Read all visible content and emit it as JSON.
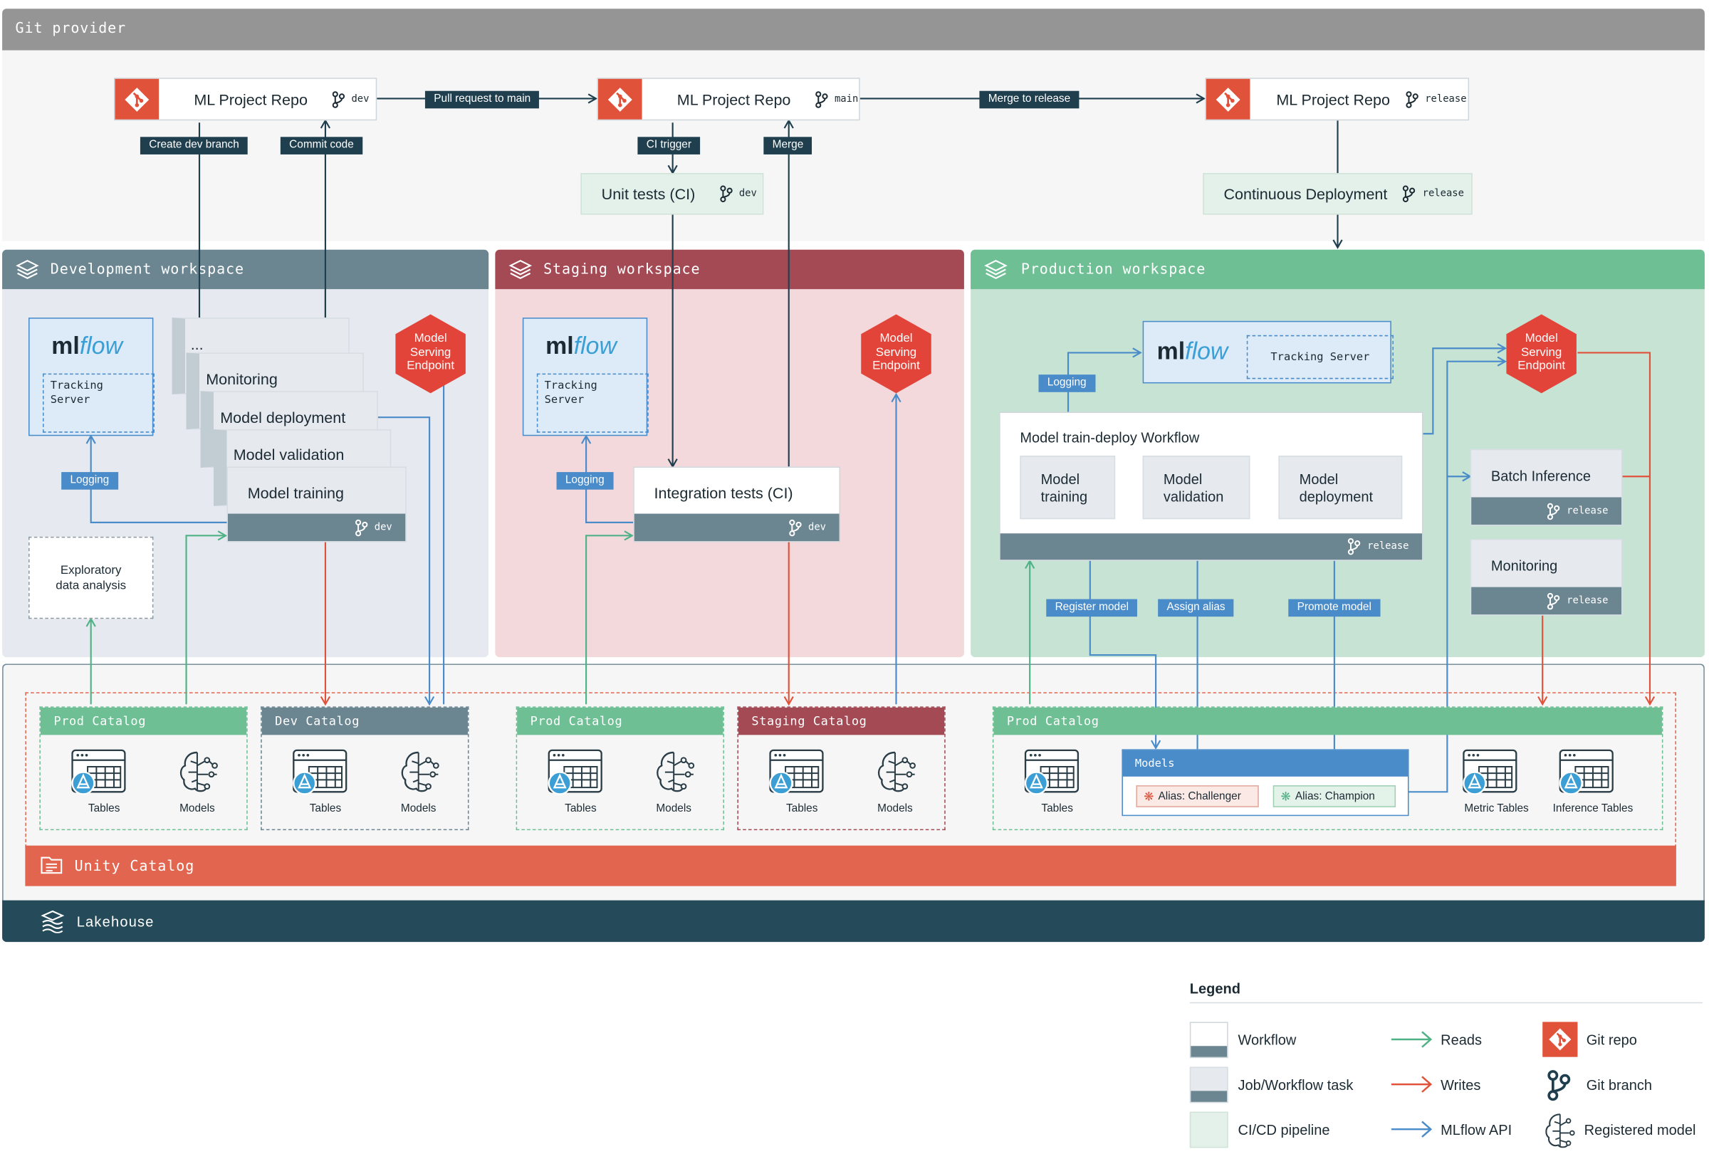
{
  "git_provider": {
    "title": "Git provider",
    "repos": [
      {
        "name": "ML Project Repo",
        "branch": "dev"
      },
      {
        "name": "ML Project Repo",
        "branch": "main"
      },
      {
        "name": "ML Project Repo",
        "branch": "release"
      }
    ],
    "arrows": {
      "pull_request": "Pull request to main",
      "merge_release": "Merge to release",
      "create_dev_branch": "Create dev branch",
      "commit_code": "Commit code",
      "ci_trigger": "CI trigger",
      "merge": "Merge"
    },
    "unit_tests": {
      "label": "Unit tests (CI)",
      "branch": "dev"
    },
    "continuous_deployment": {
      "label": "Continuous Deployment",
      "branch": "release"
    }
  },
  "dev_workspace": {
    "title": "Development workspace",
    "tracking_server": "Tracking\nServer",
    "logging": "Logging",
    "stack": {
      "ellipsis": "...",
      "monitoring": "Monitoring",
      "deployment": "Model deployment",
      "validation": "Model validation",
      "training": "Model training",
      "branch": "dev"
    },
    "eda": "Exploratory\ndata analysis",
    "endpoint": "Model\nServing\nEndpoint"
  },
  "staging_workspace": {
    "title": "Staging workspace",
    "tracking_server": "Tracking\nServer",
    "logging": "Logging",
    "integration_tests": "Integration tests (CI)",
    "branch": "dev",
    "endpoint": "Model\nServing\nEndpoint"
  },
  "prod_workspace": {
    "title": "Production workspace",
    "tracking_server": "Tracking Server",
    "logging": "Logging",
    "workflow_title": "Model train-deploy Workflow",
    "steps": [
      "Model\ntraining",
      "Model\nvalidation",
      "Model\ndeployment"
    ],
    "branch": "release",
    "register_model": "Register model",
    "assign_alias": "Assign alias",
    "promote_model": "Promote model",
    "endpoint": "Model\nServing\nEndpoint",
    "batch_inference": {
      "label": "Batch Inference",
      "branch": "release"
    },
    "monitoring": {
      "label": "Monitoring",
      "branch": "release"
    }
  },
  "catalogs": {
    "dev_prod": {
      "title": "Prod Catalog",
      "tables": "Tables",
      "models": "Models"
    },
    "dev_dev": {
      "title": "Dev Catalog",
      "tables": "Tables",
      "models": "Models"
    },
    "stg_prod": {
      "title": "Prod Catalog",
      "tables": "Tables",
      "models": "Models"
    },
    "stg_staging": {
      "title": "Staging Catalog",
      "tables": "Tables",
      "models": "Models"
    },
    "prod_prod": {
      "title": "Prod Catalog",
      "tables": "Tables",
      "models_title": "Models",
      "alias_challenger": "Alias: Challenger",
      "alias_champion": "Alias: Champion",
      "metric_tables": "Metric Tables",
      "inference_tables": "Inference Tables"
    }
  },
  "unity_catalog": "Unity Catalog",
  "lakehouse": "Lakehouse",
  "legend": {
    "title": "Legend",
    "workflow": "Workflow",
    "job_task": "Job/Workflow task",
    "cicd": "CI/CD pipeline",
    "reads": "Reads",
    "writes": "Writes",
    "mlflow_api": "MLflow API",
    "git_repo": "Git repo",
    "git_branch": "Git branch",
    "registered_model": "Registered model"
  },
  "colors": {
    "reads": "#4fb286",
    "writes": "#e0523a",
    "mlflow_api": "#4a8bc9",
    "navy": "#1f3f4f",
    "dev": "#6b8591",
    "staging": "#a34a55",
    "prod": "#6fbf95",
    "unity": "#e2664f",
    "lakehouse": "#254b5a"
  }
}
